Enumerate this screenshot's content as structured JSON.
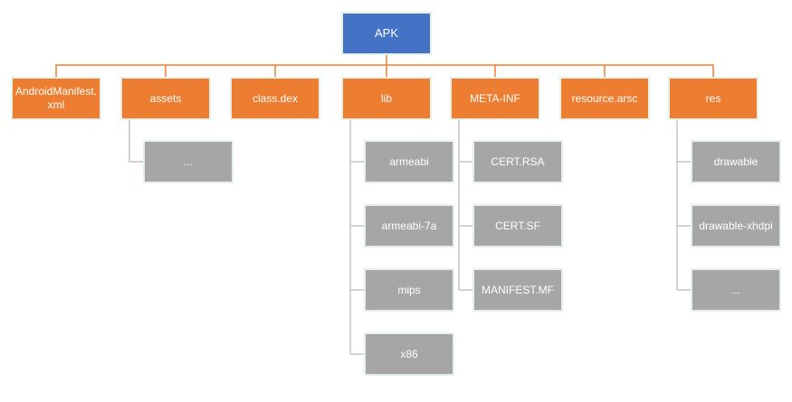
{
  "diagram": {
    "root": {
      "label": "APK"
    },
    "branches": [
      {
        "label": "AndroidManifest.\nxml",
        "children": []
      },
      {
        "label": "assets",
        "children": [
          "..."
        ]
      },
      {
        "label": "class.dex",
        "children": []
      },
      {
        "label": "lib",
        "children": [
          "armeabi",
          "armeabi-7a",
          "mips",
          "x86"
        ]
      },
      {
        "label": "META-INF",
        "children": [
          "CERT.RSA",
          "CERT.SF",
          "MANIFEST.MF"
        ]
      },
      {
        "label": "resource.arsc",
        "children": []
      },
      {
        "label": "res",
        "children": [
          "drawable",
          "drawable-xhdpi",
          "..."
        ]
      }
    ]
  },
  "colors": {
    "root_fill": "#4472c4",
    "branch_fill": "#ed7d31",
    "leaf_fill": "#a6a6a6",
    "connector_branch": "#ed7d31",
    "connector_leaf": "#c4c4c4",
    "node_text": "#ffffff",
    "node_border": "#e6f2e7"
  }
}
